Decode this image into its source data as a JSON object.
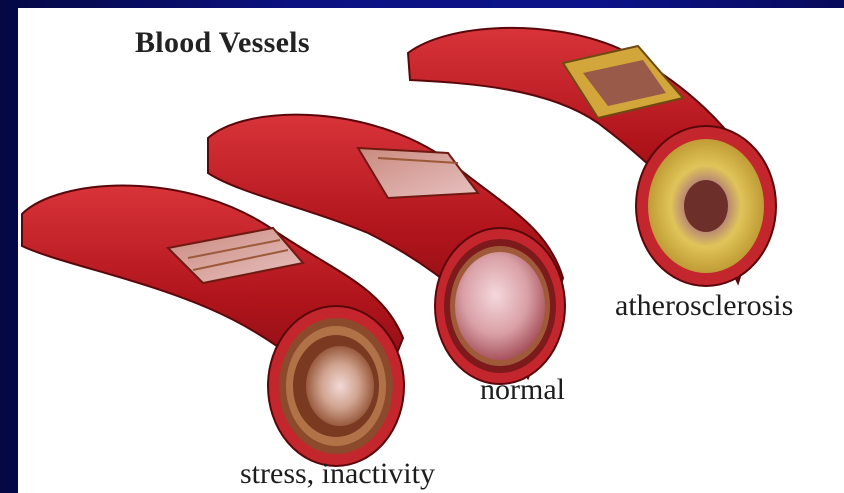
{
  "title": "Blood Vessels",
  "vessels": [
    {
      "label": "stress, inactivity"
    },
    {
      "label": "normal"
    },
    {
      "label": "atherosclerosis"
    }
  ],
  "colors": {
    "background": "#0a0d6e",
    "vessel_red": "#b0141b",
    "lumen_pink": "#d9a0a6",
    "plaque_yellow": "#d9b94a"
  }
}
